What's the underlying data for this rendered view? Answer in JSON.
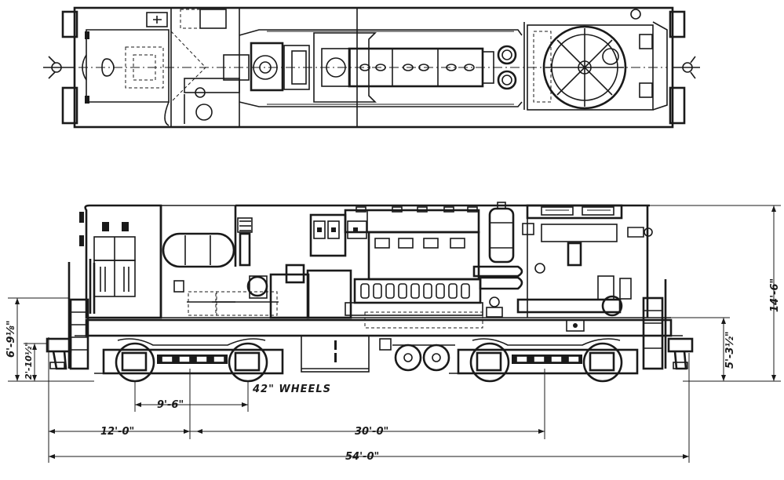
{
  "drawing": {
    "views": [
      "plan-view",
      "side-elevation"
    ],
    "labels": {
      "wheels": "42\" WHEELS"
    },
    "dimensions": {
      "overall_length": "54'-0\"",
      "truck_centers": "30'-0\"",
      "front_overhang": "12'-0\"",
      "wheelbase": "9'-6\"",
      "height": "14'-6\"",
      "deck_height": "5'-3½\"",
      "coupler_height": "6'-9⅛\"",
      "coupler_base": "2'-10½\""
    },
    "colors": {
      "ink": "#1a1a1a",
      "paper": "#ffffff"
    }
  }
}
